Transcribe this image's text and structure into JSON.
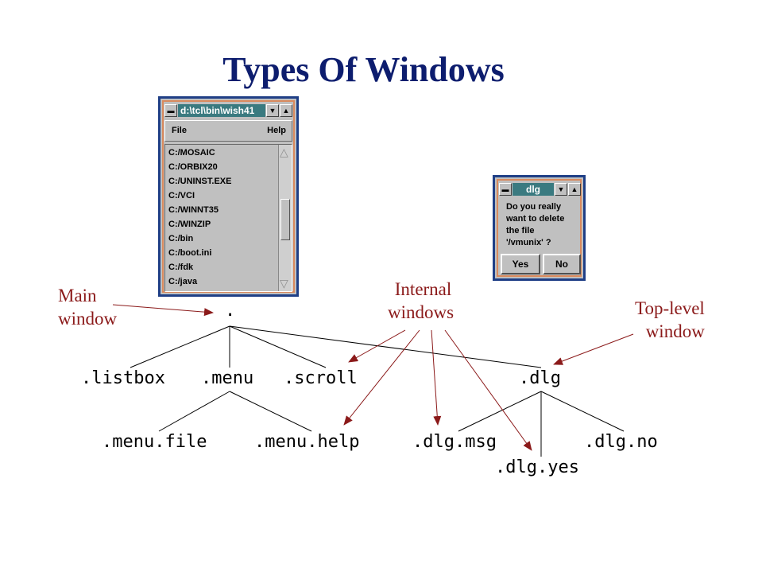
{
  "title": "Types Of Windows",
  "main_window": {
    "caption": "d:\\tcl\\bin\\wish41",
    "menu": {
      "file": "File",
      "help": "Help"
    },
    "items": [
      "C:/MOSAIC",
      "C:/ORBIX20",
      "C:/UNINST.EXE",
      "C:/VCI",
      "C:/WINNT35",
      "C:/WINZIP",
      "C:/bin",
      "C:/boot.ini",
      "C:/fdk",
      "C:/java"
    ]
  },
  "dialog": {
    "caption": "dlg",
    "message": [
      "Do you really",
      "want to delete",
      "the file",
      "'/vmunix' ?"
    ],
    "yes": "Yes",
    "no": "No"
  },
  "tree": {
    "root": ".",
    "listbox": ".listbox",
    "menu": ".menu",
    "scroll": ".scroll",
    "dlg": ".dlg",
    "menu_file": ".menu.file",
    "menu_help": ".menu.help",
    "dlg_msg": ".dlg.msg",
    "dlg_yes": ".dlg.yes",
    "dlg_no": ".dlg.no"
  },
  "notes": {
    "main": [
      "Main",
      "window"
    ],
    "internal": [
      "Internal",
      "windows"
    ],
    "toplevel": [
      "Top-level",
      "window"
    ]
  },
  "colors": {
    "title": "#0d1d6e",
    "annotation": "#8b1a1a",
    "frame": "#1f3f86",
    "caption": "#3a7a80"
  }
}
